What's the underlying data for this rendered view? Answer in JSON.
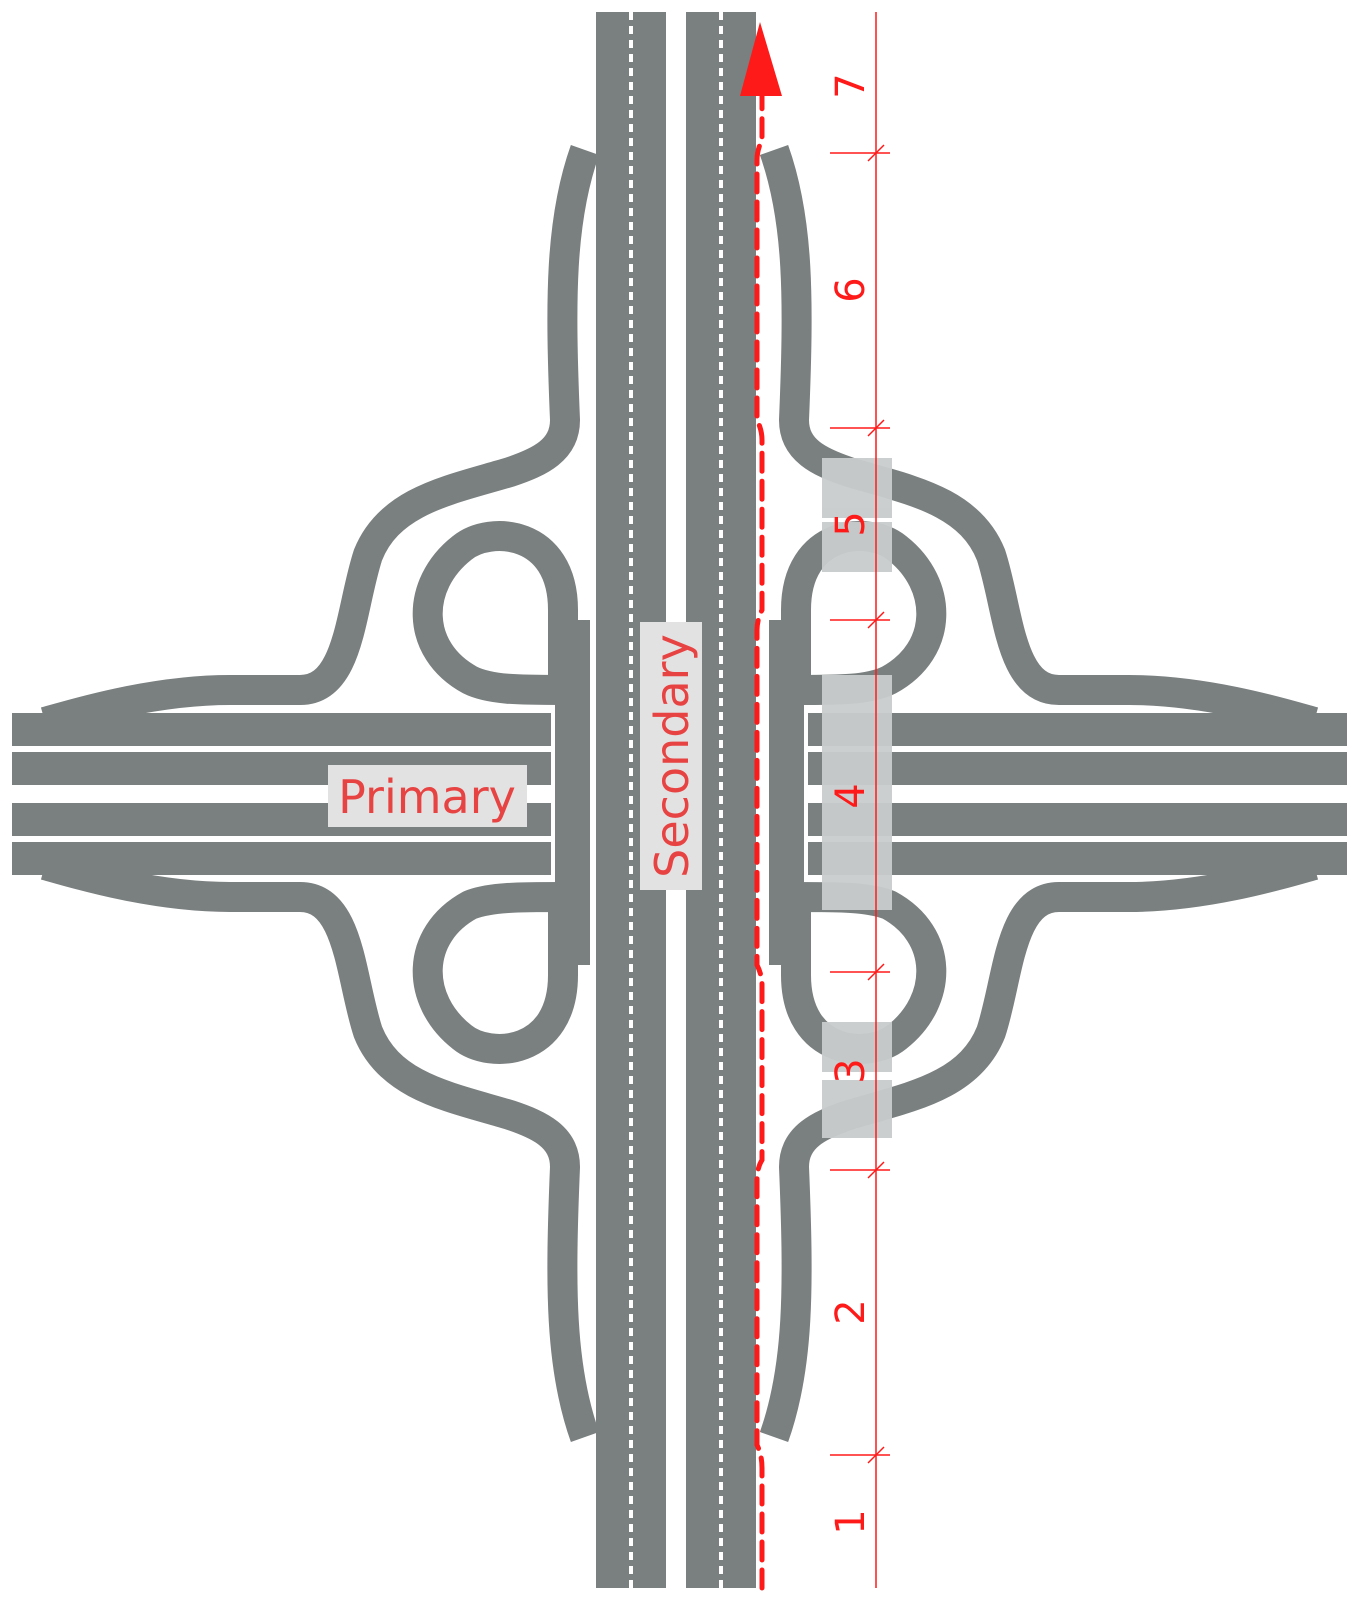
{
  "labels": {
    "primary": "Primary",
    "secondary": "Secondary"
  },
  "segments": [
    "1",
    "2",
    "3",
    "4",
    "5",
    "6",
    "7"
  ],
  "colors": {
    "road": "#7a7f7f",
    "background": "#ffffff",
    "highlight": "#c8cccc",
    "label_box": "#e2e2e2",
    "accent": "#ff1a1a",
    "label_text": "#e84343"
  }
}
